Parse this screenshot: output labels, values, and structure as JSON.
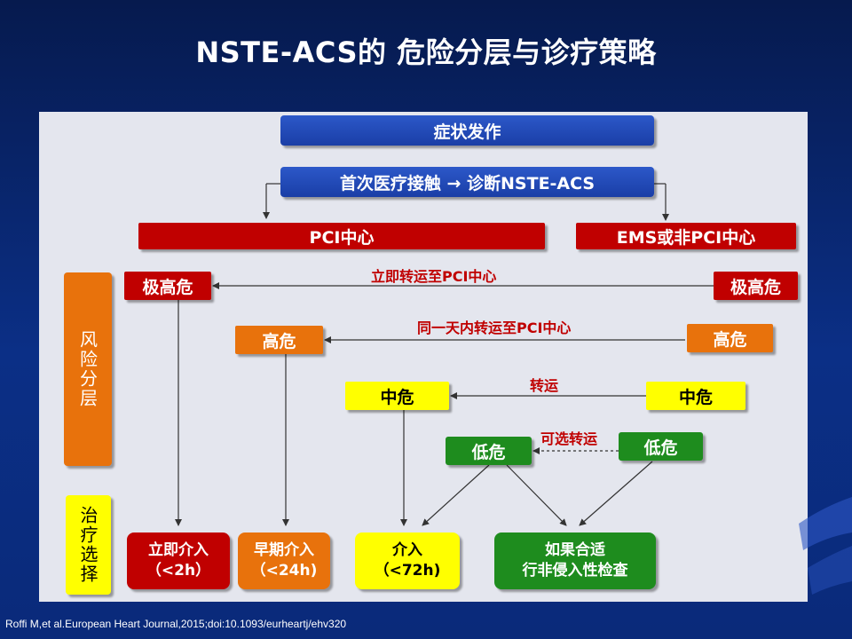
{
  "title": "NSTE-ACS的 危险分层与诊疗策略",
  "top": {
    "onset": "症状发作",
    "contact": "首次医疗接触 → 诊断NSTE-ACS"
  },
  "centers": {
    "pci": "PCI中心",
    "ems": "EMS或非PCI中心"
  },
  "side_labels": {
    "risk": "风险分层",
    "treatment": "治疗选择"
  },
  "risk": {
    "very_high": "极高危",
    "high": "高危",
    "intermediate": "中危",
    "low": "低危"
  },
  "transfer": {
    "immediate": "立即转运至PCI中心",
    "same_day": "同一天内转运至PCI中心",
    "transfer": "转运",
    "optional": "可选转运"
  },
  "treatments": {
    "immediate": {
      "line1": "立即介入",
      "line2": "（<2h）"
    },
    "early": {
      "line1": "早期介入",
      "line2": "（<24h)"
    },
    "invasive": {
      "line1": "介入",
      "line2": "（<72h)"
    },
    "noninvasive": {
      "line1": "如果合适",
      "line2": "行非侵入性检查"
    }
  },
  "citation": "Roffi M,et al.European Heart Journal,2015;doi:10.1093/eurheartj/ehv320",
  "colors": {
    "very_high": "#c00000",
    "high": "#e8720c",
    "intermediate": "#ffff00",
    "low": "#1e8c1e",
    "header": "#1a3ea6"
  }
}
